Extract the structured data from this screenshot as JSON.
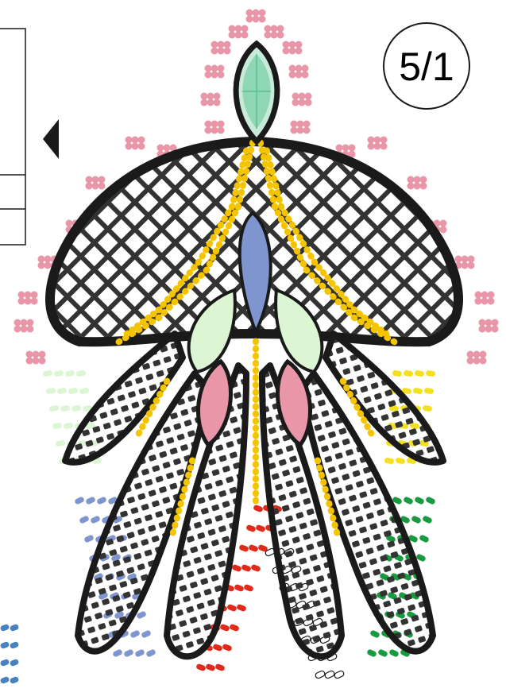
{
  "page": {
    "label": "5/1"
  },
  "colors": {
    "outline": "#1a1a1a",
    "mesh_bead": "#333333",
    "pink": "#e896a8",
    "gold": "#f5c400",
    "blue": "#7f95cf",
    "light_green": "#dcf5d2",
    "crystal": "#8fd6b4",
    "red": "#e02a1a",
    "dark_green": "#1a9a3e",
    "yellow": "#f5e020",
    "periwinkle": "#7f95cf",
    "steel_blue": "#4a82c0"
  },
  "legend_table": {
    "rows": 3
  },
  "arrow_icon": "left-triangle"
}
